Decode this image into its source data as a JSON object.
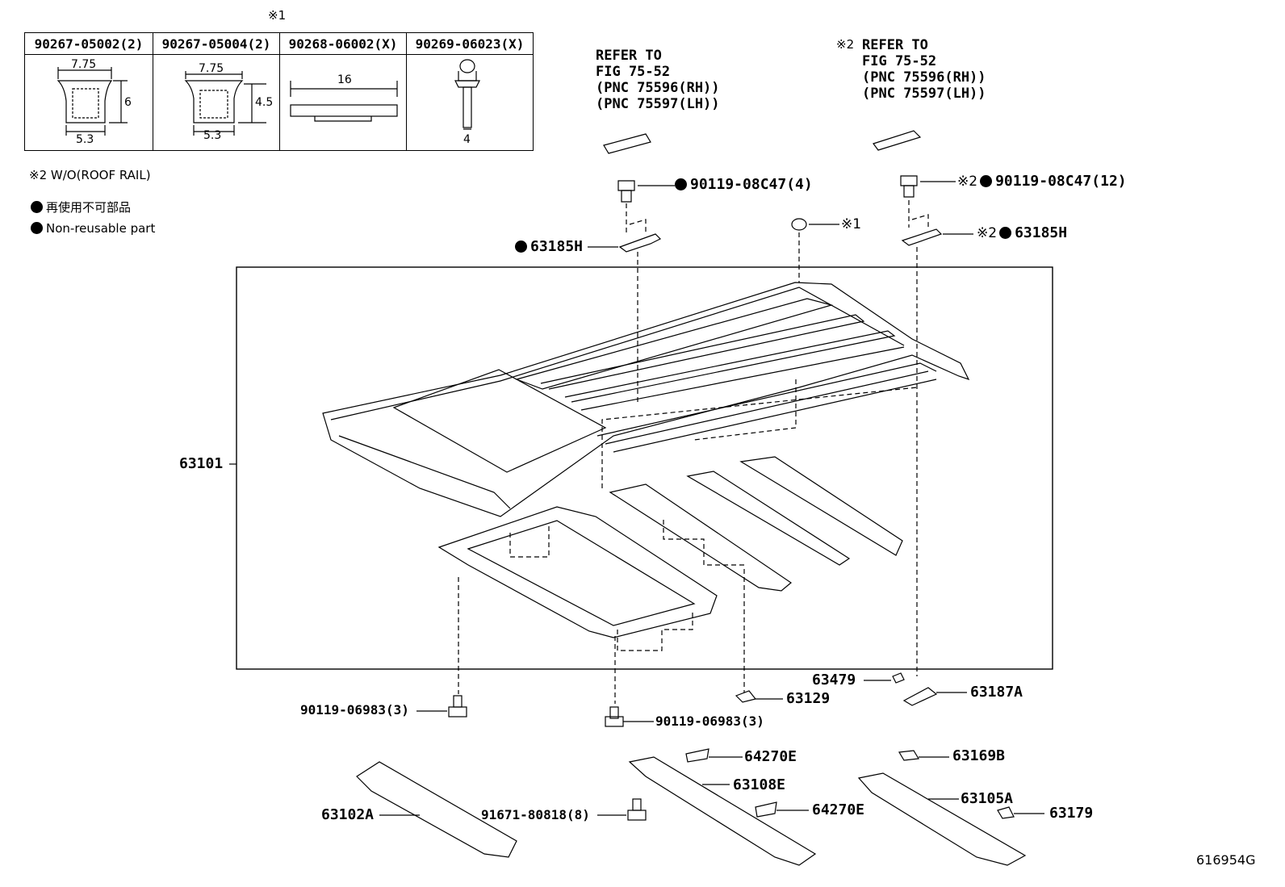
{
  "table": {
    "group_mark": "※1",
    "headers": [
      "90267-05002(2)",
      "90267-05004(2)",
      "90268-06002(X)",
      "90269-06023(X)"
    ],
    "dims": {
      "c1_top": "7.75",
      "c1_height": "6",
      "c1_bottom": "5.3",
      "c2_top": "7.75",
      "c2_height": "4.5",
      "c2_bottom": "5.3",
      "c3_width": "16",
      "c4_dia": "4"
    }
  },
  "legend": {
    "note": "※2 W/O(ROOF RAIL)",
    "non_reusable_jp": "再使用不可部品",
    "non_reusable_en": "Non-reusable part"
  },
  "refer_left": {
    "line1": "REFER TO",
    "line2": "FIG 75-52",
    "line3": "(PNC 75596(RH))",
    "line4": "(PNC 75597(LH))"
  },
  "refer_right": {
    "mark": "※2",
    "line1": "REFER TO",
    "line2": "FIG 75-52",
    "line3": "(PNC 75596(RH))",
    "line4": "(PNC 75597(LH))"
  },
  "labels": {
    "bolt_left": "90119-08C47(4)",
    "bolt_right_mark": "※2",
    "bolt_right": "90119-08C47(12)",
    "clip_mark": "※1",
    "bracket_left": "63185H",
    "bracket_right_mark": "※2",
    "bracket_right": "63185H",
    "roof_panel": "63101",
    "p63479": "63479",
    "p63187a": "63187A",
    "p63129": "63129",
    "bolt_bottom_left": "90119-06983(3)",
    "bolt_bottom_mid": "90119-06983(3)",
    "p64270e_top": "64270E",
    "p63108e": "63108E",
    "p64270e_bottom": "64270E",
    "p63169b": "63169B",
    "p63105a": "63105A",
    "p63179": "63179",
    "p63102a": "63102A",
    "bolt_91671": "91671-80818(8)"
  },
  "figure_id": "616954G"
}
